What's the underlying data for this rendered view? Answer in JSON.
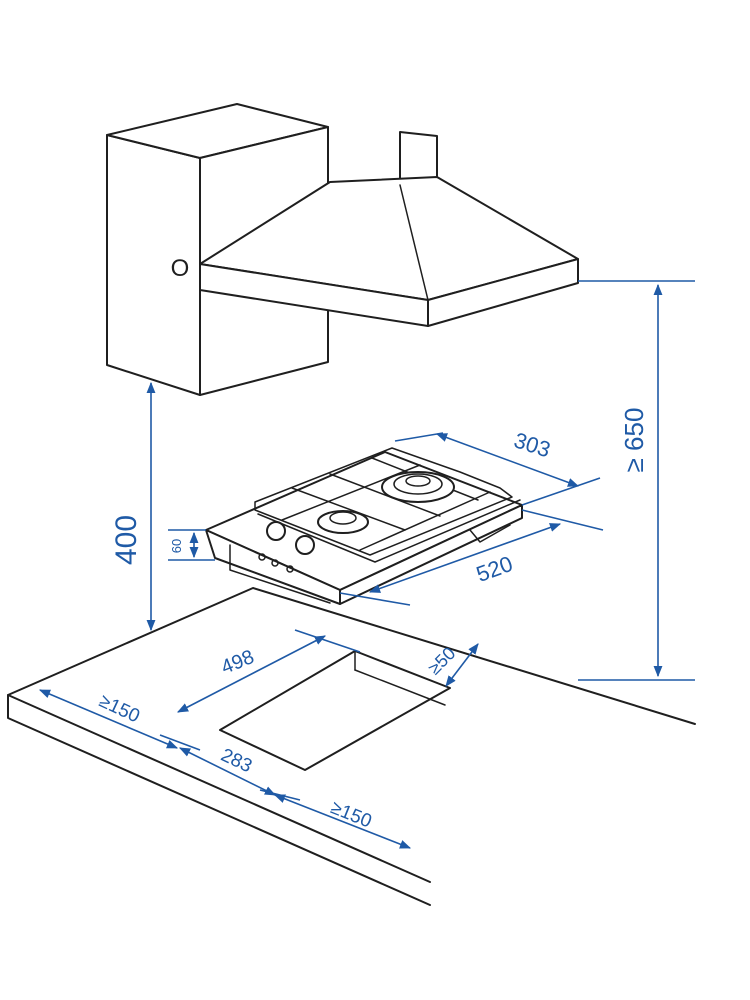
{
  "colors": {
    "dimension": "#1f5aa6",
    "outline": "#1f1f1f"
  },
  "hood": {
    "control_symbol": "O"
  },
  "dimensions": {
    "hob_depth": "303",
    "hob_width": "520",
    "hob_height": "60",
    "hood_min_height": "≥ 650",
    "cabinet_clearance": "400",
    "cutout_width": "498",
    "cutout_depth": "283",
    "rear_clearance": "≥50",
    "left_clearance": "≥150",
    "front_clearance": "≥150"
  }
}
